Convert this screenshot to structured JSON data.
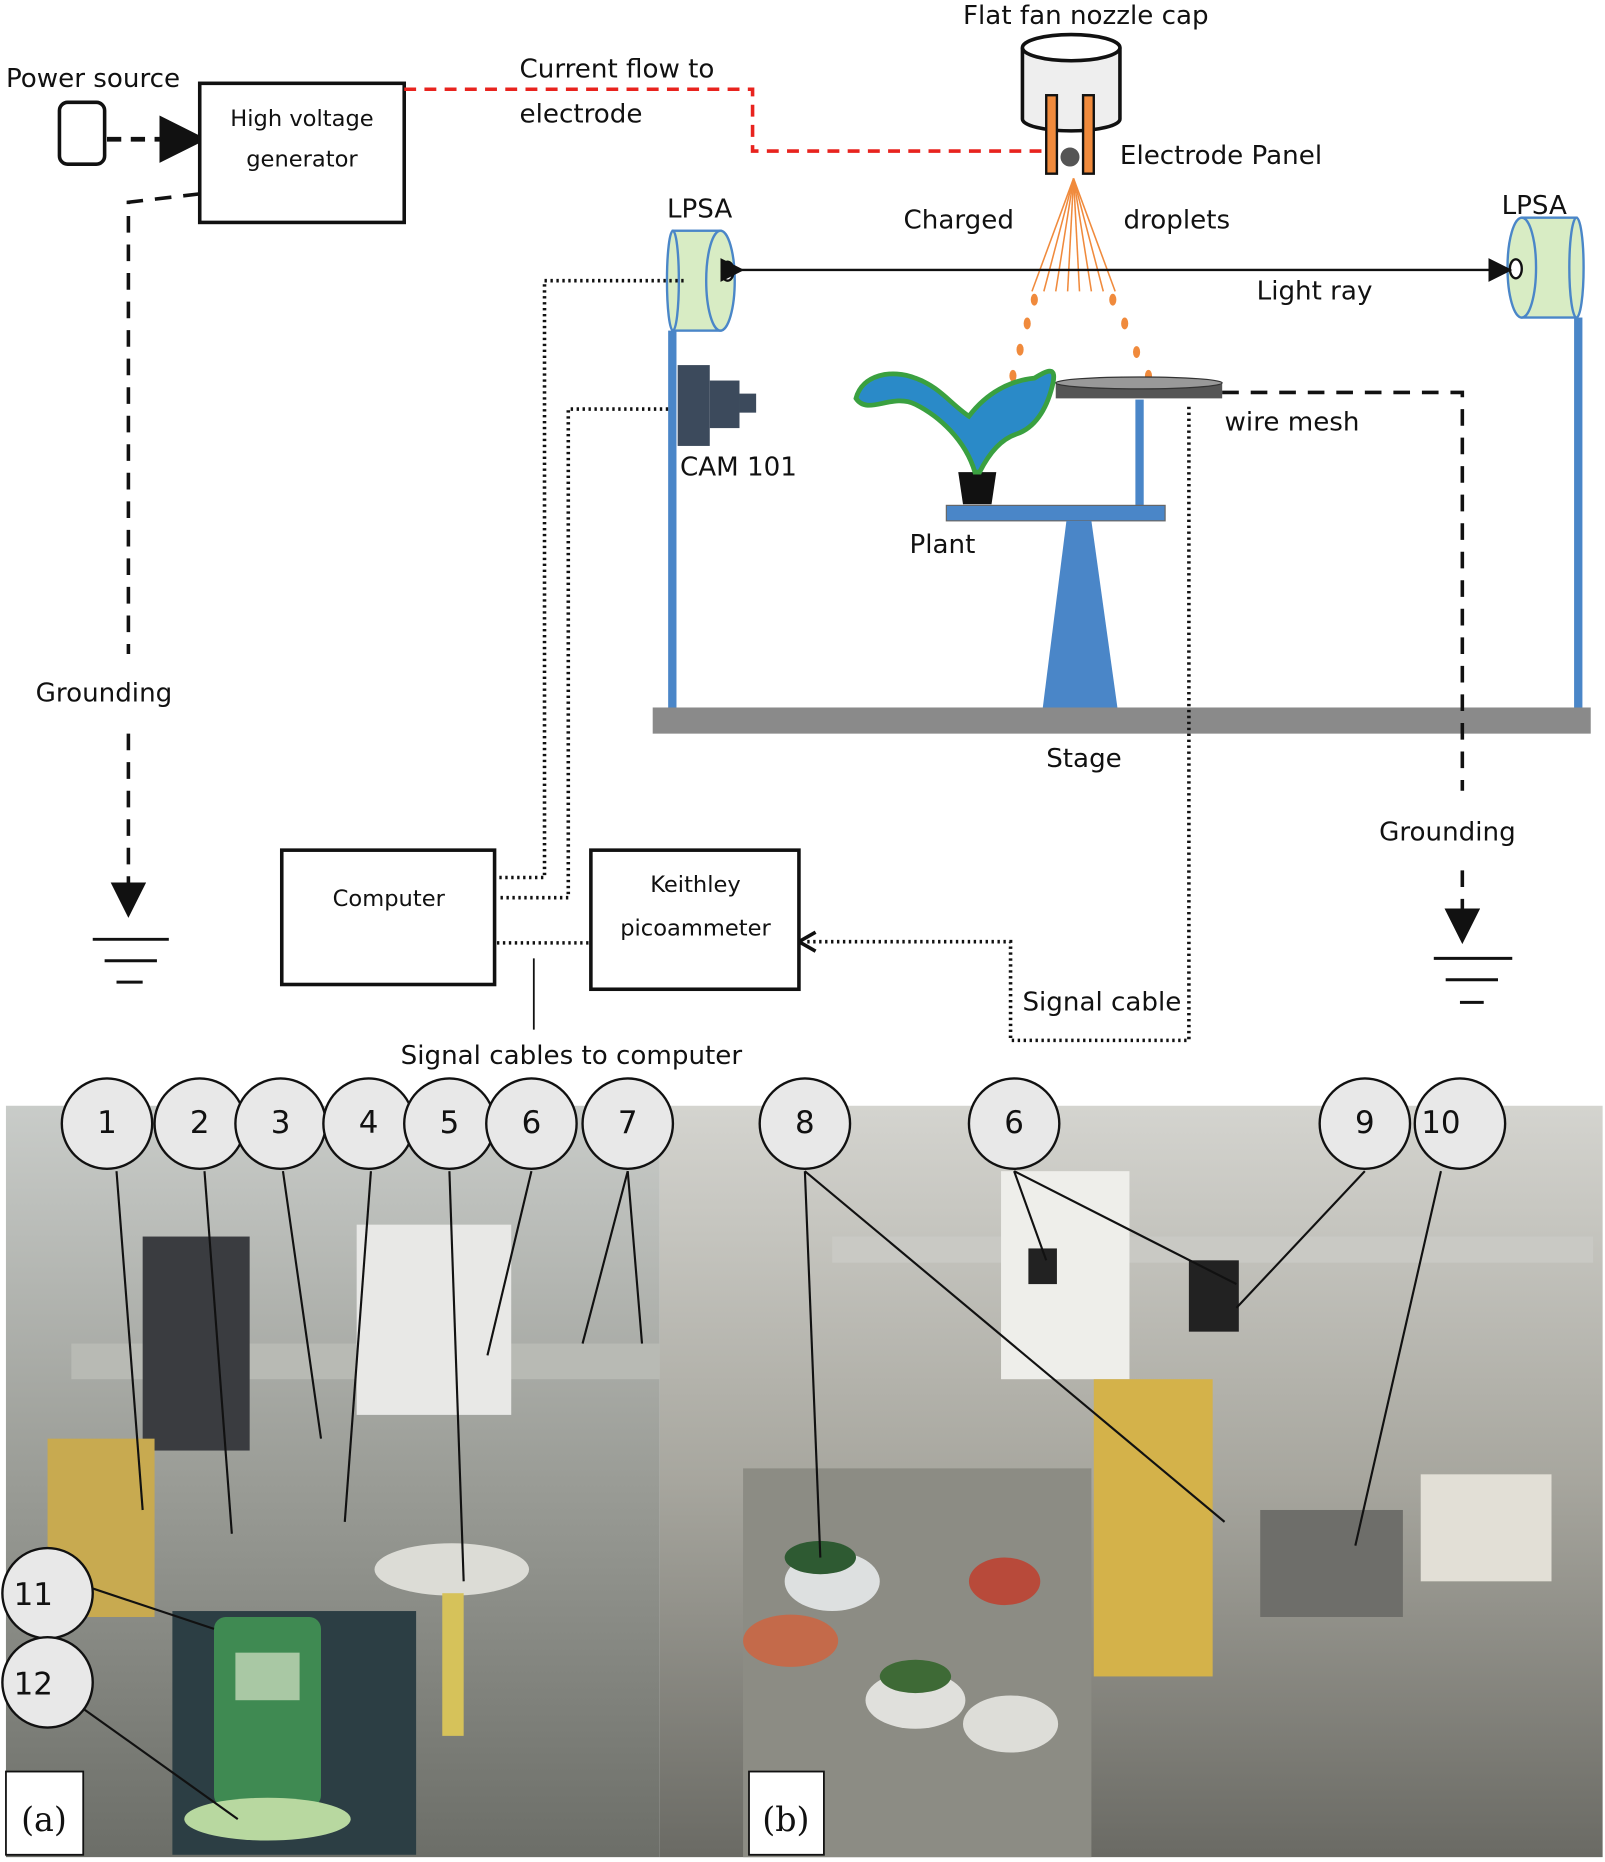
{
  "diagram": {
    "power_source": "Power source",
    "hv_generator": [
      "High voltage",
      "generator"
    ],
    "current_flow": [
      "Current flow to",
      "electrode"
    ],
    "nozzle_cap": "Flat fan nozzle cap",
    "electrode_panel": "Electrode Panel",
    "charged": "Charged",
    "droplets": "droplets",
    "lpsa_left": "LPSA",
    "lpsa_right": "LPSA",
    "light_ray": "Light ray",
    "cam": "CAM 101",
    "wire_mesh": "wire mesh",
    "plant": "Plant",
    "stage": "Stage",
    "grounding_left": "Grounding",
    "grounding_right": "Grounding",
    "computer": "Computer",
    "keithley": [
      "Keithley",
      "picoammeter"
    ],
    "signal_cables": "Signal cables to computer",
    "signal_cable": "Signal cable",
    "colors": {
      "current": "#e8231e",
      "pole": "#4a86c8",
      "lpsa": "#d8ecc4",
      "spray": "#f08a3c",
      "stage": "#8a8a8a"
    }
  },
  "photos": {
    "panel_a_label": "(a)",
    "panel_b_label": "(b)",
    "callouts": [
      "1",
      "2",
      "3",
      "4",
      "5",
      "6",
      "7",
      "8",
      "6",
      "9",
      "10",
      "11",
      "12"
    ]
  }
}
